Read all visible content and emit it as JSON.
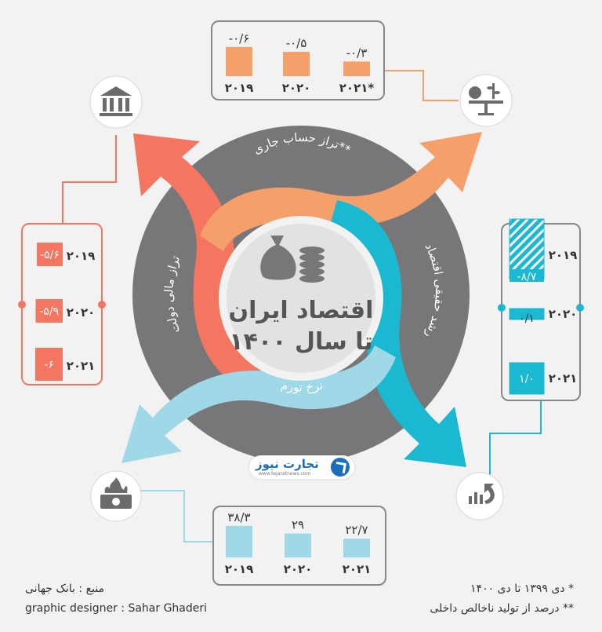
{
  "center": {
    "title_line1": "اقتصاد ایران",
    "title_line2": "تا سال ۱۴۰۰"
  },
  "arrows": {
    "current_account": "تراز حساب جاری**",
    "fiscal_balance": "تراز مالی دولت",
    "growth": "رشد حقیقی اقتصاد",
    "inflation": "نرخ تورم"
  },
  "brand": {
    "name": "تجارت نیوز",
    "url": "www.tejaratnews.com"
  },
  "footer": {
    "source": "منبع : بانک جهانی",
    "designer": "graphic designer : Sahar Ghaderi",
    "note1": "* دی ۱۳۹۹ تا دی ۱۴۰۰",
    "note2": "** درصد از تولید ناخالص داخلی"
  },
  "colors": {
    "current_account": "#f5a06a",
    "fiscal_balance": "#f47560",
    "growth": "#1ab9d1",
    "inflation": "#9fd8e6",
    "ring": "#77777a"
  },
  "icons": {
    "current_account": "scale-fruit-icon",
    "fiscal_balance": "bank-icon",
    "growth": "growth-chart-icon",
    "inflation": "money-fire-icon",
    "center": "money-bag-coins-icon"
  },
  "chart_data": [
    {
      "type": "bar",
      "metric": "current_account",
      "categories": [
        "۲۰۱۹",
        "۲۰۲۰",
        "۲۰۲۱*"
      ],
      "values": [
        -0.6,
        -0.5,
        -0.3
      ],
      "labels": [
        "-۰/۶",
        "-۰/۵",
        "-۰/۳"
      ]
    },
    {
      "type": "bar",
      "metric": "fiscal_balance",
      "categories": [
        "۲۰۱۹",
        "۲۰۲۰",
        "۲۰۲۱"
      ],
      "values": [
        -5.6,
        -5.9,
        -6
      ],
      "labels": [
        "-۵/۶",
        "-۵/۹",
        "-۶"
      ]
    },
    {
      "type": "bar",
      "metric": "growth",
      "categories": [
        "۲۰۱۹",
        "۲۰۲۰",
        "۲۰۲۱"
      ],
      "values": [
        -8.7,
        0.1,
        1.0
      ],
      "labels": [
        "-۸/۷",
        "۰/۱",
        "۱/۰"
      ]
    },
    {
      "type": "bar",
      "metric": "inflation",
      "categories": [
        "۲۰۱۹",
        "۲۰۲۰",
        "۲۰۲۱"
      ],
      "values": [
        38.3,
        29,
        22.7
      ],
      "labels": [
        "۳۸/۳",
        "۲۹",
        "۲۲/۷"
      ]
    }
  ]
}
